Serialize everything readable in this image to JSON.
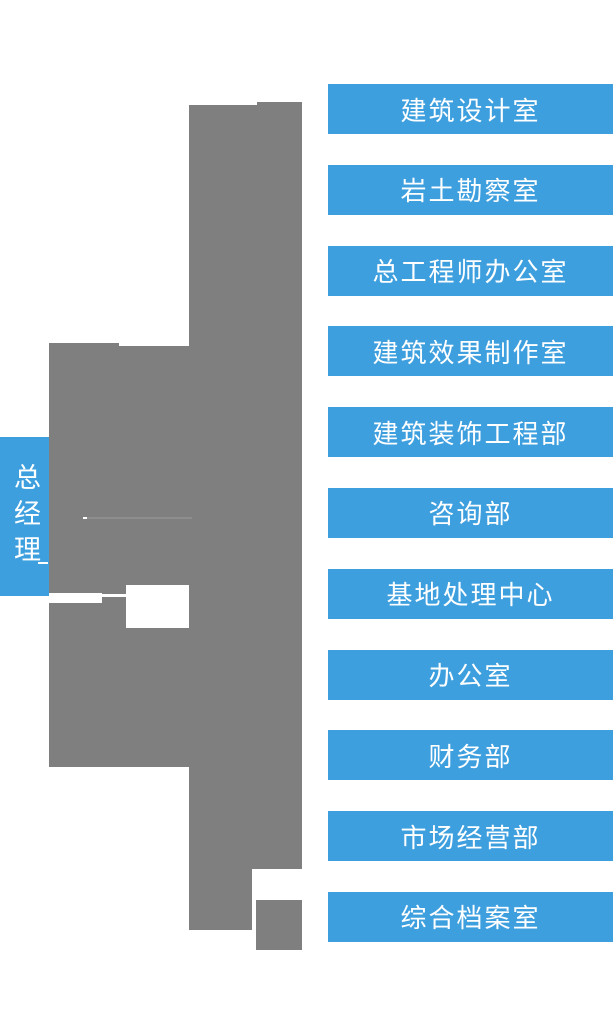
{
  "org_chart": {
    "root": {
      "label": "总经理"
    },
    "departments": [
      {
        "label": "建筑设计室"
      },
      {
        "label": "岩土勘察室"
      },
      {
        "label": "总工程师办公室"
      },
      {
        "label": "建筑效果制作室"
      },
      {
        "label": "建筑装饰工程部"
      },
      {
        "label": "咨询部"
      },
      {
        "label": "基地处理中心"
      },
      {
        "label": "办公室"
      },
      {
        "label": "财务部"
      },
      {
        "label": "市场经营部"
      },
      {
        "label": "综合档案室"
      }
    ]
  },
  "colors": {
    "node_blue": "#3E9FDF",
    "connector_gray": "#7F7F7F",
    "faint_line_gray": "#8D8D8D",
    "label_white": "#FFFFFF",
    "background_white": "#FFFFFF"
  }
}
